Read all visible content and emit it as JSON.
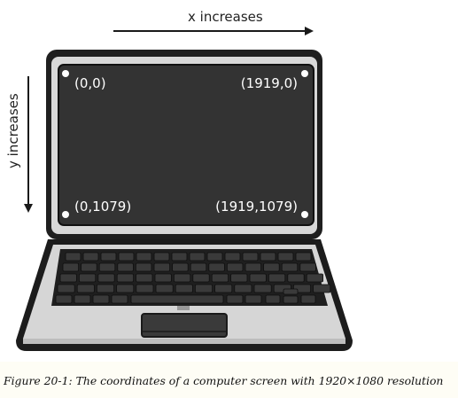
{
  "figure": {
    "x_axis_label": "x increases",
    "y_axis_label": "y increases",
    "corners": {
      "top_left": "(0,0)",
      "top_right": "(1919,0)",
      "bottom_left": "(0,1079)",
      "bottom_right": "(1919,1079)"
    },
    "caption": "Figure 20-1: The coordinates of a computer screen with 1920×1080 resolution"
  },
  "colors": {
    "screen": "#333333",
    "laptop_body": "#d6d6d6",
    "outline": "#1a1a1a",
    "key": "#3a3a3a",
    "page_background": "#fefdf5"
  }
}
